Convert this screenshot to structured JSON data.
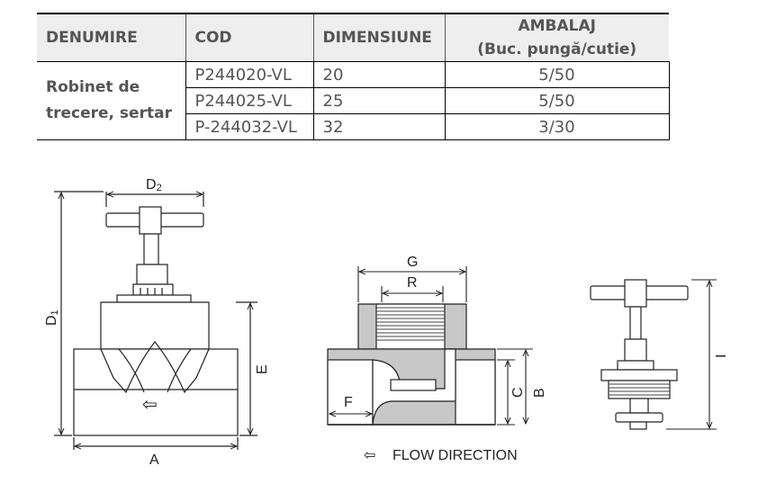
{
  "table": {
    "headers": {
      "name": "DENUMIRE",
      "code": "COD",
      "dimension": "DIMENSIUNE",
      "packaging_line1": "AMBALAJ",
      "packaging_line2": "(Buc. pungă/cutie)"
    },
    "product_name_line1": "Robinet de",
    "product_name_line2": "trecere, sertar",
    "rows": [
      {
        "code": "P244020-VL",
        "dimension": "20",
        "packaging": "5/50"
      },
      {
        "code": "P244025-VL",
        "dimension": "25",
        "packaging": "5/50"
      },
      {
        "code": "P-244032-VL",
        "dimension": "32",
        "packaging": "3/30"
      }
    ]
  },
  "drawing_labels": {
    "d2_main": "D",
    "d2_sub": "2",
    "d1_main": "D",
    "d1_sub": "1",
    "a": "A",
    "e": "E",
    "g": "G",
    "r": "R",
    "f": "F",
    "c": "C",
    "b": "B",
    "i": "I",
    "flow_direction": "FLOW DIRECTION",
    "arrow_glyph": "⇦"
  },
  "colors": {
    "line": "#222222",
    "section_fill": "#c8c8c8",
    "header_bg": "#eeeeee"
  }
}
